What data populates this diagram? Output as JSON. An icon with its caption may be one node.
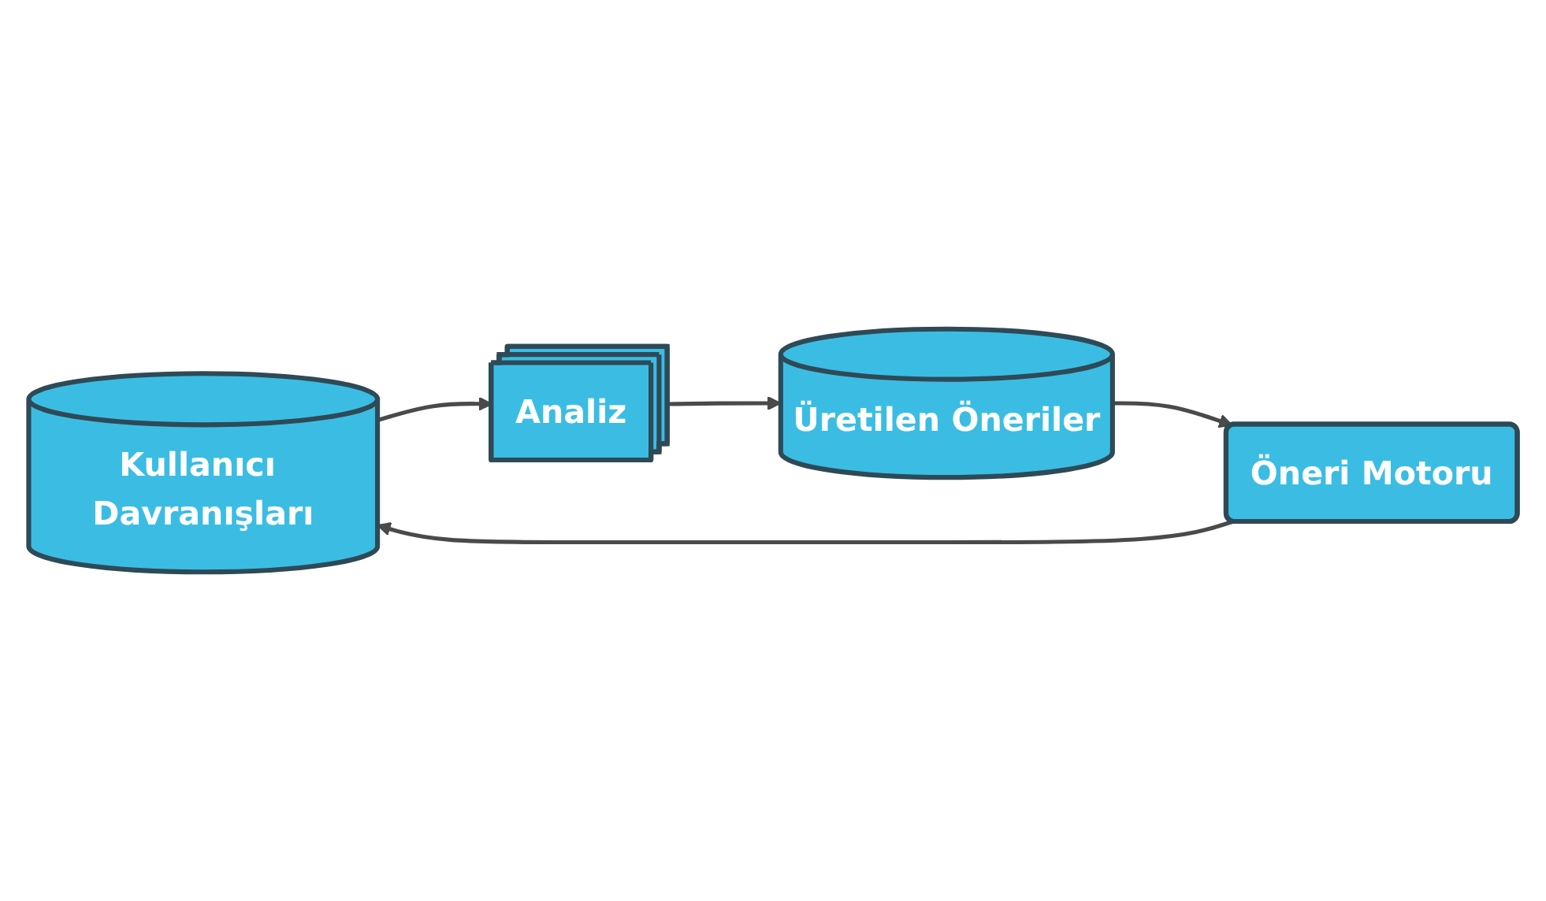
{
  "diagram": {
    "nodes": [
      {
        "text": [
          "Kullanıcı Davranışları"
        ]
      },
      {
        "text": [
          "Analiz"
        ]
      },
      {
        "text": [
          "Üretilen Öneriler"
        ]
      },
      {
        "text": [
          "Öneri Motoru"
        ]
      }
    ],
    "edges": [
      {
        "from": 0,
        "to": 1,
        "arrow": "to"
      },
      {
        "from": 1,
        "to": 2,
        "arrow": "to"
      },
      {
        "from": 2,
        "to": 3,
        "arrow": "to"
      },
      {
        "from": 3,
        "to": 0,
        "arrow": "to"
      }
    ]
  }
}
